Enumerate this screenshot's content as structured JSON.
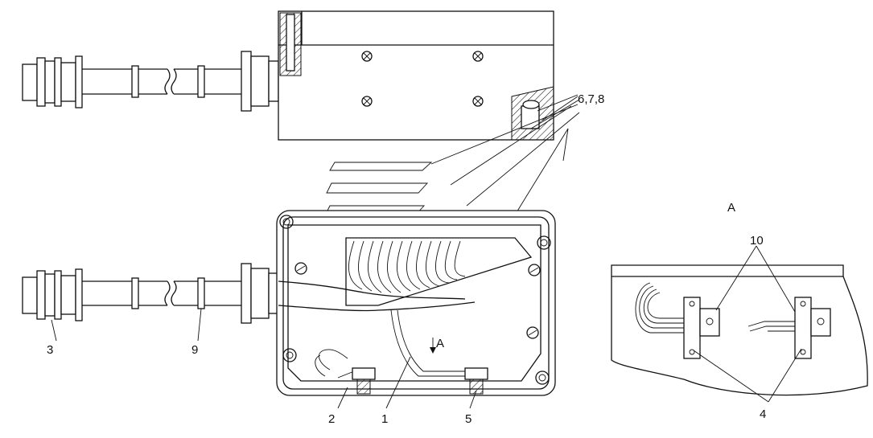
{
  "callouts": {
    "c678": "6,7,8",
    "c1": "1",
    "c2": "2",
    "c3": "3",
    "c4": "4",
    "c5": "5",
    "c9": "9",
    "c10": "10"
  },
  "view_marks": {
    "arrow_label": "A",
    "detail_title": "A"
  },
  "colors": {
    "line": "#111111",
    "background": "#ffffff"
  }
}
